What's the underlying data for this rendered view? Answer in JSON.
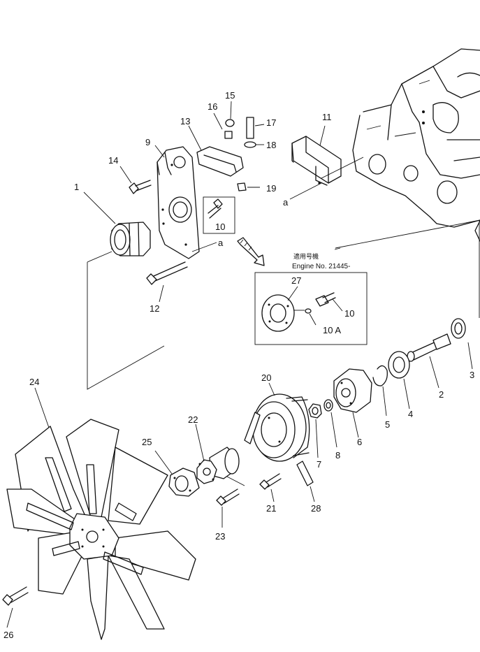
{
  "diagram": {
    "inset": {
      "caption_jp": "適用号機",
      "caption_en": "Engine No. 21445-"
    },
    "reference_letter": "a",
    "callouts": {
      "p1": "1",
      "p2": "2",
      "p3": "3",
      "p4": "4",
      "p5": "5",
      "p6": "6",
      "p7": "7",
      "p8": "8",
      "p9": "9",
      "p10_main": "10",
      "p10_inset": "10",
      "p10a": "10 A",
      "p11": "11",
      "p12": "12",
      "p13": "13",
      "p14": "14",
      "p15": "15",
      "p16": "16",
      "p17": "17",
      "p18": "18",
      "p19": "19",
      "p20": "20",
      "p21": "21",
      "p22": "22",
      "p23": "23",
      "p24": "24",
      "p25": "25",
      "p26": "26",
      "p27": "27",
      "p28": "28"
    }
  }
}
